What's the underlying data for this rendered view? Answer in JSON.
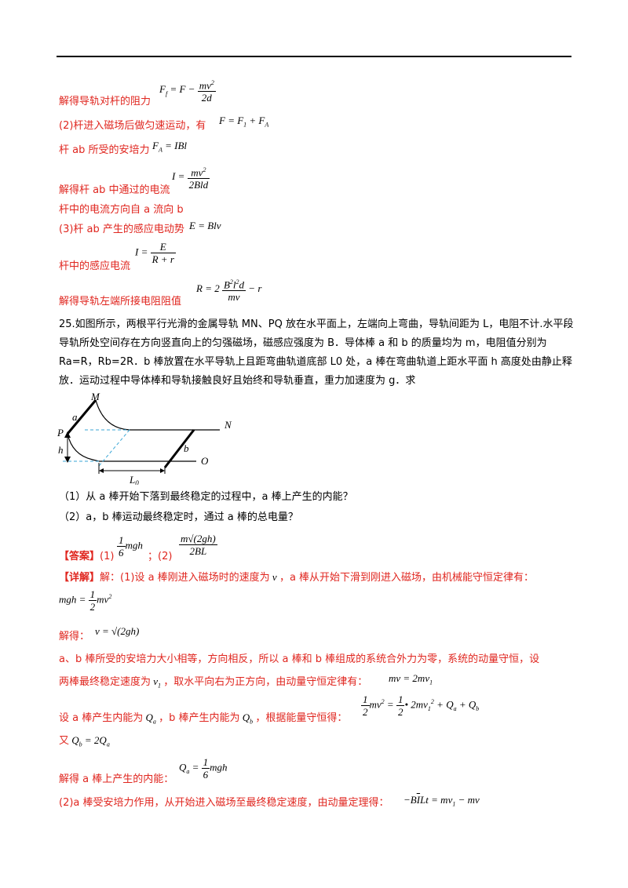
{
  "lines": {
    "l1": "解得导轨对杆的阻力",
    "l2": "(2)杆进入磁场后做匀速运动，有",
    "l3": "杆 ab 所受的安培力",
    "l4": "解得杆 ab 中通过的电流",
    "l5": "杆中的电流方向自 a 流向 b",
    "l6": "(3)杆 ab 产生的感应电动势",
    "l7": "杆中的感应电流",
    "l8": "解得导轨左端所接电阻阻值"
  },
  "problem": {
    "text": "25.如图所示，两根平行光滑的金属导轨 MN、PQ 放在水平面上，左端向上弯曲，导轨间距为 L，电阻不计.水平段导轨所处空间存在方向竖直向上的匀强磁场，磁感应强度为 B．导体棒 a 和 b 的质量均为 m，电阻值分别为 Ra=R，Rb=2R．b 棒放置在水平导轨上且距弯曲轨道底部 L0 处，a 棒在弯曲轨道上距水平面 h 高度处由静止释放．运动过程中导体棒和导轨接触良好且始终和导轨垂直，重力加速度为 g．求",
    "q1": "（1）从 a 棒开始下落到最终稳定的过程中，a 棒上产生的内能？",
    "q2": "（2）a，b 棒运动最终稳定时，通过 a 棒的总电量？"
  },
  "diagram_labels": {
    "M": "M",
    "a": "a",
    "P": "P",
    "h": "h",
    "N": "N",
    "b": "b",
    "O": "O",
    "L": "L",
    "Lsub": "0"
  },
  "answer": {
    "label": "【答案】",
    "p1": "(1)",
    "sep": "；(2)"
  },
  "explain": {
    "label": "【详解】",
    "t1a": "解：(1)设 a 棒刚进入磁场时的速度为",
    "t1b": "，a 棒从开始下滑到刚进入磁场，由机械能守恒定律有：",
    "t2": "解得：",
    "t3": "a、b 棒所受的安培力大小相等，方向相反，所以 a 棒和 b 棒组成的系统合外力为零，系统的动量守恒，设",
    "t4a": "两棒最终稳定速度为",
    "t4b": "，取水平向右为正方向，由动量守恒定律有：",
    "t5a": "设 a 棒产生内能为",
    "t5b": "，b 棒产生内能为",
    "t5c": "，根据能量守恒得：",
    "t6": "又",
    "t7": "解得 a 棒上产生的内能：",
    "t8": "(2)a 棒受安培力作用，从开始进入磁场至最终稳定速度，由动量定理得："
  }
}
